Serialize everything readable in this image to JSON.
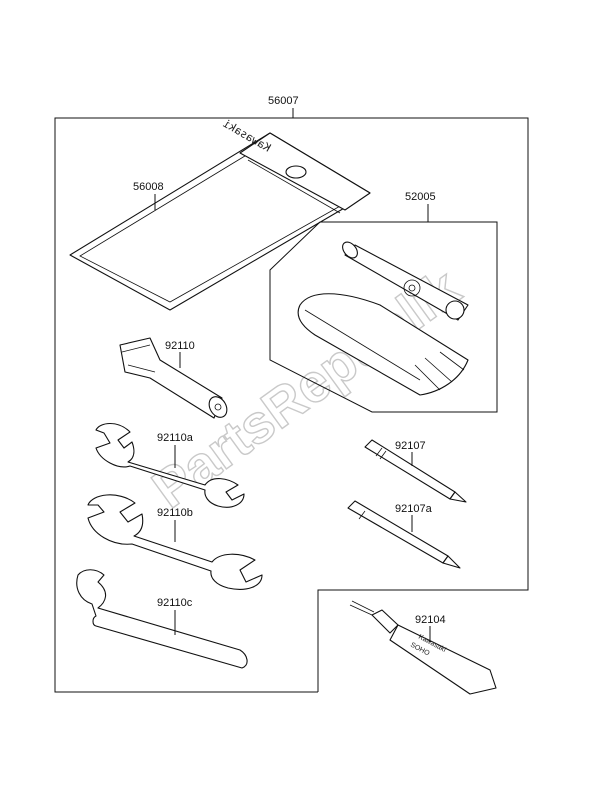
{
  "labels": {
    "kit": "56007",
    "pouch": "56008",
    "bag_set": "52005",
    "socket_wrench": "92110",
    "wrench_a": "92110a",
    "wrench_b": "92110b",
    "hook_wrench": "92110c",
    "screwdriver_1": "92107",
    "screwdriver_2": "92107a",
    "grease_tube": "92104"
  },
  "pouch_brand": "Kawasaki",
  "tube_text": [
    "Kawasaki",
    "SOHO"
  ],
  "watermark": "PartsRepublik"
}
